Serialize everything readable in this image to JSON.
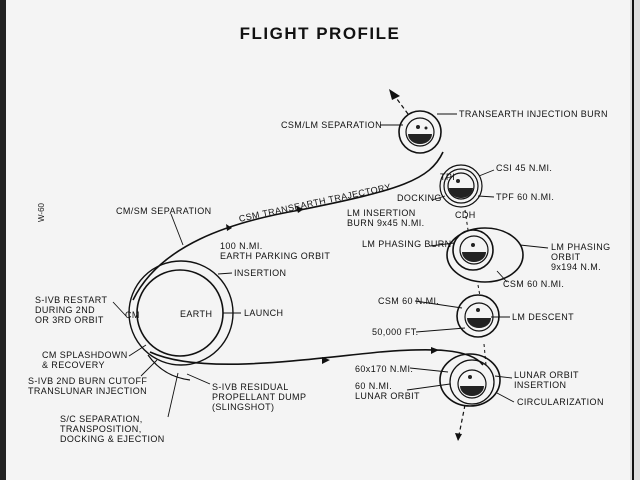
{
  "title": "FLIGHT PROFILE",
  "side_code": "W-60",
  "labels": {
    "earth": "EARTH",
    "cm": "CM",
    "launch": "LAUNCH",
    "insertion": "INSERTION",
    "parking_orbit": "100 N.MI.\nEARTH PARKING ORBIT",
    "cmsm_separation": "CM/SM SEPARATION",
    "transearth_trajectory": "CSM TRANSEARTH TRAJECTORY",
    "sivb_restart": "S-IVB RESTART\nDURING 2ND\nOR 3RD ORBIT",
    "cm_splashdown": "CM SPLASHDOWN\n& RECOVERY",
    "sivb_cutoff": "S-IVB 2ND BURN CUTOFF\nTRANSLUNAR INJECTION",
    "sivb_residual": "S-IVB RESIDUAL\nPROPELLANT DUMP\n(SLINGSHOT)",
    "sc_separation": "S/C SEPARATION,\nTRANSPOSITION,\nDOCKING & EJECTION",
    "csm_lm_separation": "CSM/LM SEPARATION",
    "transearth_injection": "TRANSEARTH INJECTION BURN",
    "csi": "CSI 45 N.MI.",
    "tpi": "TPI",
    "docking": "DOCKING",
    "tpf": "TPF 60 N.MI.",
    "cdh": "CDH",
    "lm_insertion": "LM INSERTION\nBURN 9x45 N.MI.",
    "lm_phasing_burn": "LM PHASING BURN",
    "lm_phasing_orbit": "LM PHASING\nORBIT\n9x194 N.M.",
    "csm60_a": "CSM 60 N.MI.",
    "csm60_b": "CSM 60 N.MI.",
    "ft50000": "50,000 FT.",
    "lm_descent": "LM DESCENT",
    "orbit_60x170": "60x170 N.MI.",
    "lunar_orbit_60": "60 N.MI.\nLUNAR ORBIT",
    "lunar_orbit_insertion": "LUNAR ORBIT\nINSERTION",
    "circularization": "CIRCULARIZATION"
  },
  "colors": {
    "ink": "#111111",
    "paper": "#f4f4f4"
  }
}
